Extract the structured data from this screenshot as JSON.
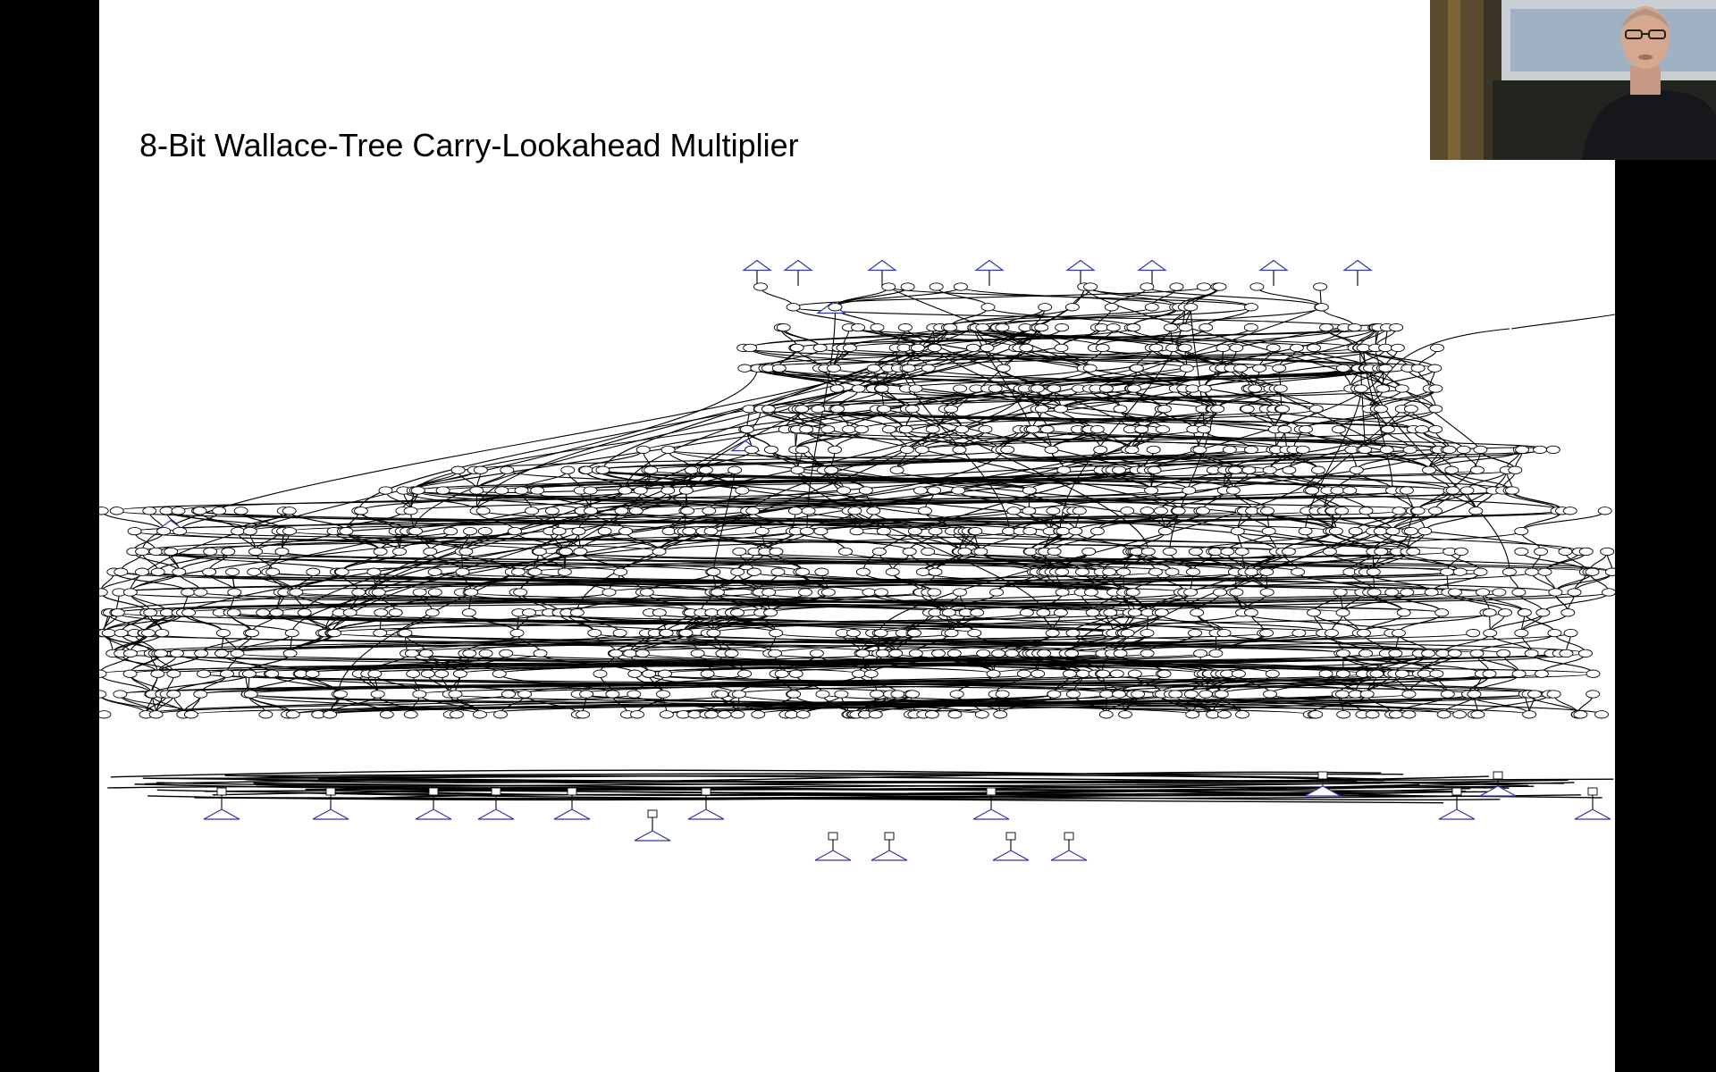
{
  "slide": {
    "title": "8-Bit Wallace-Tree Carry-Lookahead Multiplier"
  },
  "diagram": {
    "type": "logic-circuit-graph",
    "node_shapes": [
      "input-triangle",
      "gate-ellipse",
      "output-box",
      "output-triangle"
    ],
    "input_triangle_color": "#3333aa",
    "edge_color": "#000000"
  },
  "webcam": {
    "present": true
  },
  "colors": {
    "background": "#000000",
    "slide": "#ffffff",
    "title_text": "#000000",
    "input_accent": "#3333aa"
  }
}
